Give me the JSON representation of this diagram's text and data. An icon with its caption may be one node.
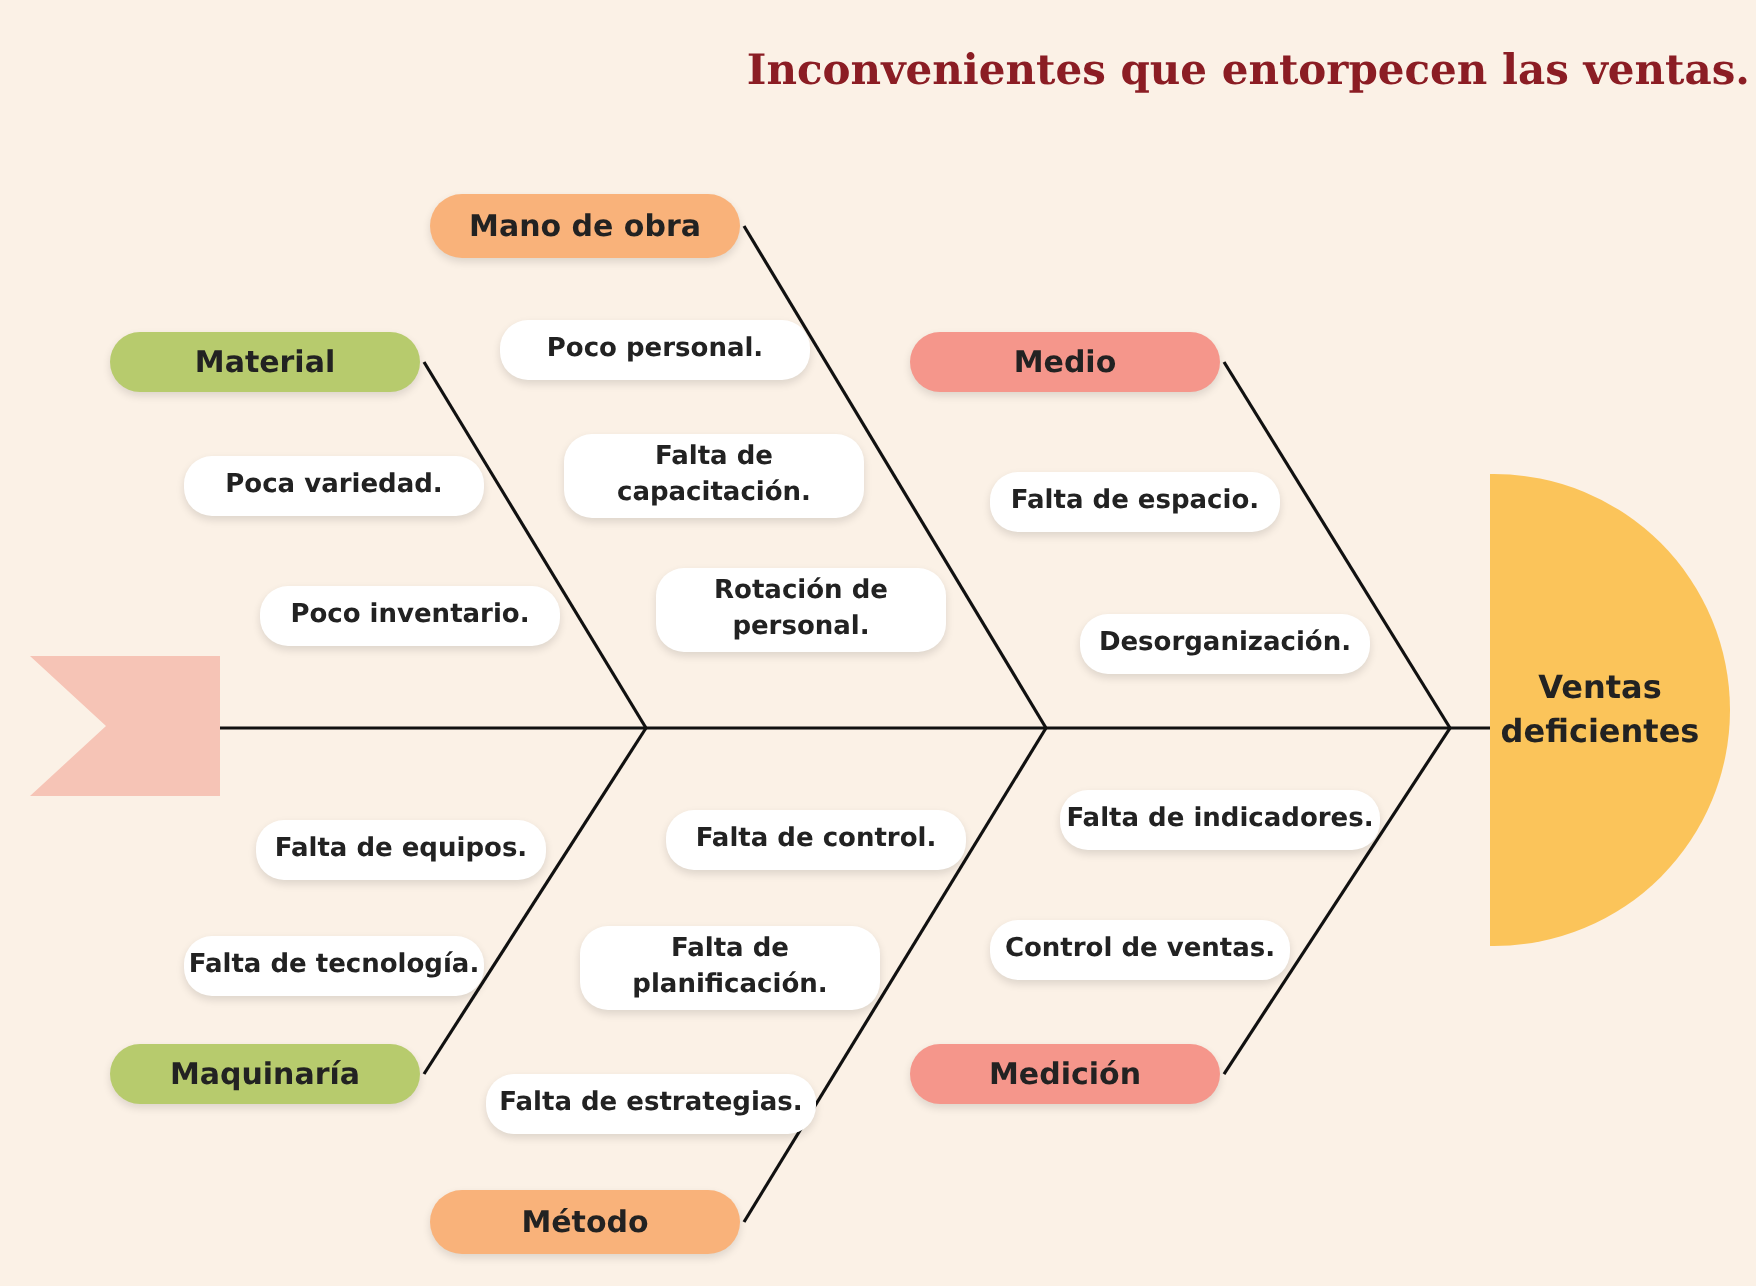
{
  "diagram": {
    "title": "Inconvenientes que entorpecen las ventas.",
    "nodes": [
      {
        "text": [
          "Mano de obra"
        ]
      },
      {
        "text": [
          "Material"
        ]
      },
      {
        "text": [
          "Poco personal."
        ]
      },
      {
        "text": [
          "Medio"
        ]
      },
      {
        "text": [
          "Poca variedad."
        ]
      },
      {
        "text": [
          "Falta de capacitación."
        ]
      },
      {
        "text": [
          "Falta de espacio."
        ]
      },
      {
        "text": [
          "Rotación de personal."
        ]
      },
      {
        "text": [
          "Poco inventario."
        ]
      },
      {
        "text": [
          "Desorganización."
        ]
      },
      {
        "text": [],
        "shape": "box"
      },
      {
        "text": [
          "Ventas deficientes"
        ]
      },
      {
        "text": [
          "Falta de control."
        ]
      },
      {
        "text": [
          "Falta de indicadores."
        ]
      },
      {
        "text": [
          "Falta de equipos."
        ]
      },
      {
        "text": [
          "Falta de planificación."
        ]
      },
      {
        "text": [
          "Control de ventas."
        ]
      },
      {
        "text": [
          "Falta de tecnología."
        ]
      },
      {
        "text": [
          "Maquinaría"
        ]
      },
      {
        "text": [
          "Medición"
        ]
      },
      {
        "text": [
          "Falta de estrategias."
        ]
      },
      {
        "text": [
          "Método"
        ]
      }
    ],
    "edges": [
      {
        "from": 10,
        "to": 11,
        "arrow": "none"
      },
      {
        "from": 1,
        "to": null,
        "arrow": "none"
      },
      {
        "from": 0,
        "to": null,
        "arrow": "none"
      },
      {
        "from": 3,
        "to": null,
        "arrow": "none"
      },
      {
        "from": 18,
        "to": null,
        "arrow": "none"
      },
      {
        "from": 21,
        "to": null,
        "arrow": "none"
      },
      {
        "from": 19,
        "to": null,
        "arrow": "none"
      }
    ]
  }
}
